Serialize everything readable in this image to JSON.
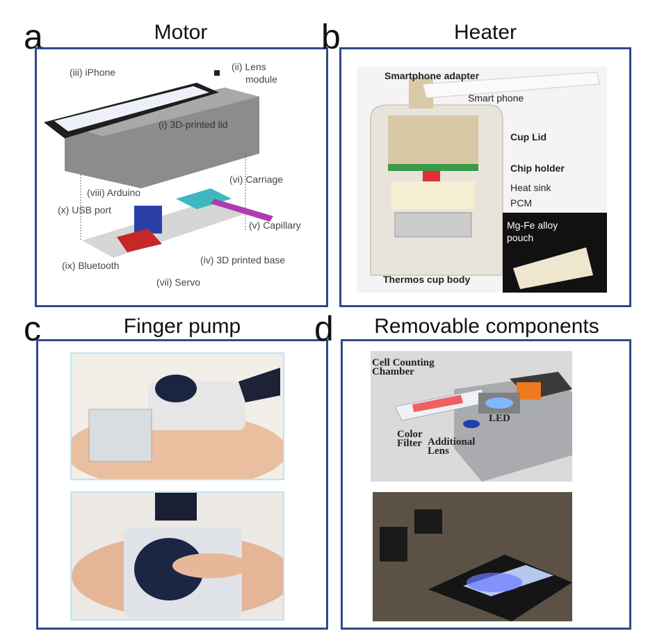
{
  "panels": {
    "a": {
      "letter": "a",
      "title": "Motor",
      "labels": [
        "(iii) iPhone",
        "(ii) Lens",
        "module",
        "(i) 3D-printed lid",
        "(vi) Carriage",
        "(viii) Arduino",
        "(x) USB port",
        "(v) Capillary",
        "(iv) 3D printed base",
        "(ix) Bluetooth",
        "(vii) Servo"
      ]
    },
    "b": {
      "letter": "b",
      "title": "Heater",
      "labels": [
        "Smartphone adapter",
        "Smart phone",
        "Cup Lid",
        "Chip holder",
        "Heat sink",
        "PCM",
        "Mg-Fe alloy",
        "pouch",
        "Thermos cup body"
      ]
    },
    "c": {
      "letter": "c",
      "title": "Finger pump"
    },
    "d": {
      "letter": "d",
      "title": "Removable components",
      "labels": [
        "Cell Counting",
        "Chamber",
        "LED",
        "Color",
        "Filter",
        "Additional",
        "Lens"
      ]
    }
  }
}
